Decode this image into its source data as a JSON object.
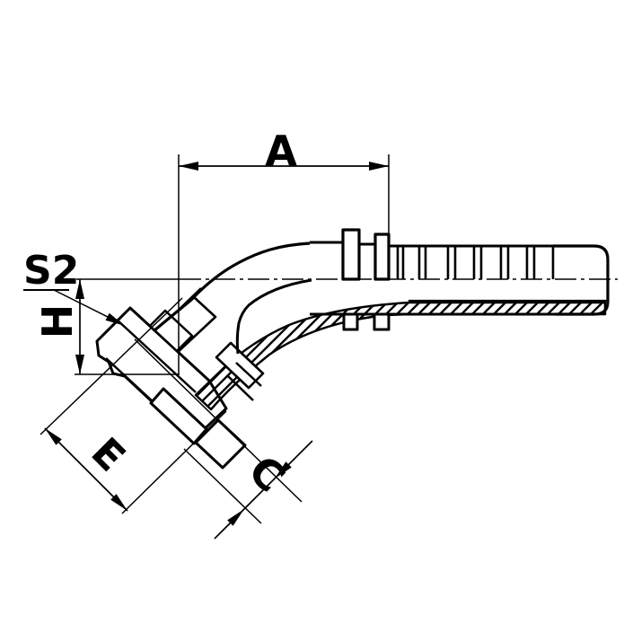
{
  "figure": {
    "kind": "technical-line-drawing",
    "subject": "45-degree hose fitting with swivel nut and hose tail",
    "background_color": "#ffffff",
    "line_color": "#000000"
  },
  "labels": {
    "a": "A",
    "s2": "S2",
    "h": "H",
    "e": "E",
    "c": "C"
  }
}
